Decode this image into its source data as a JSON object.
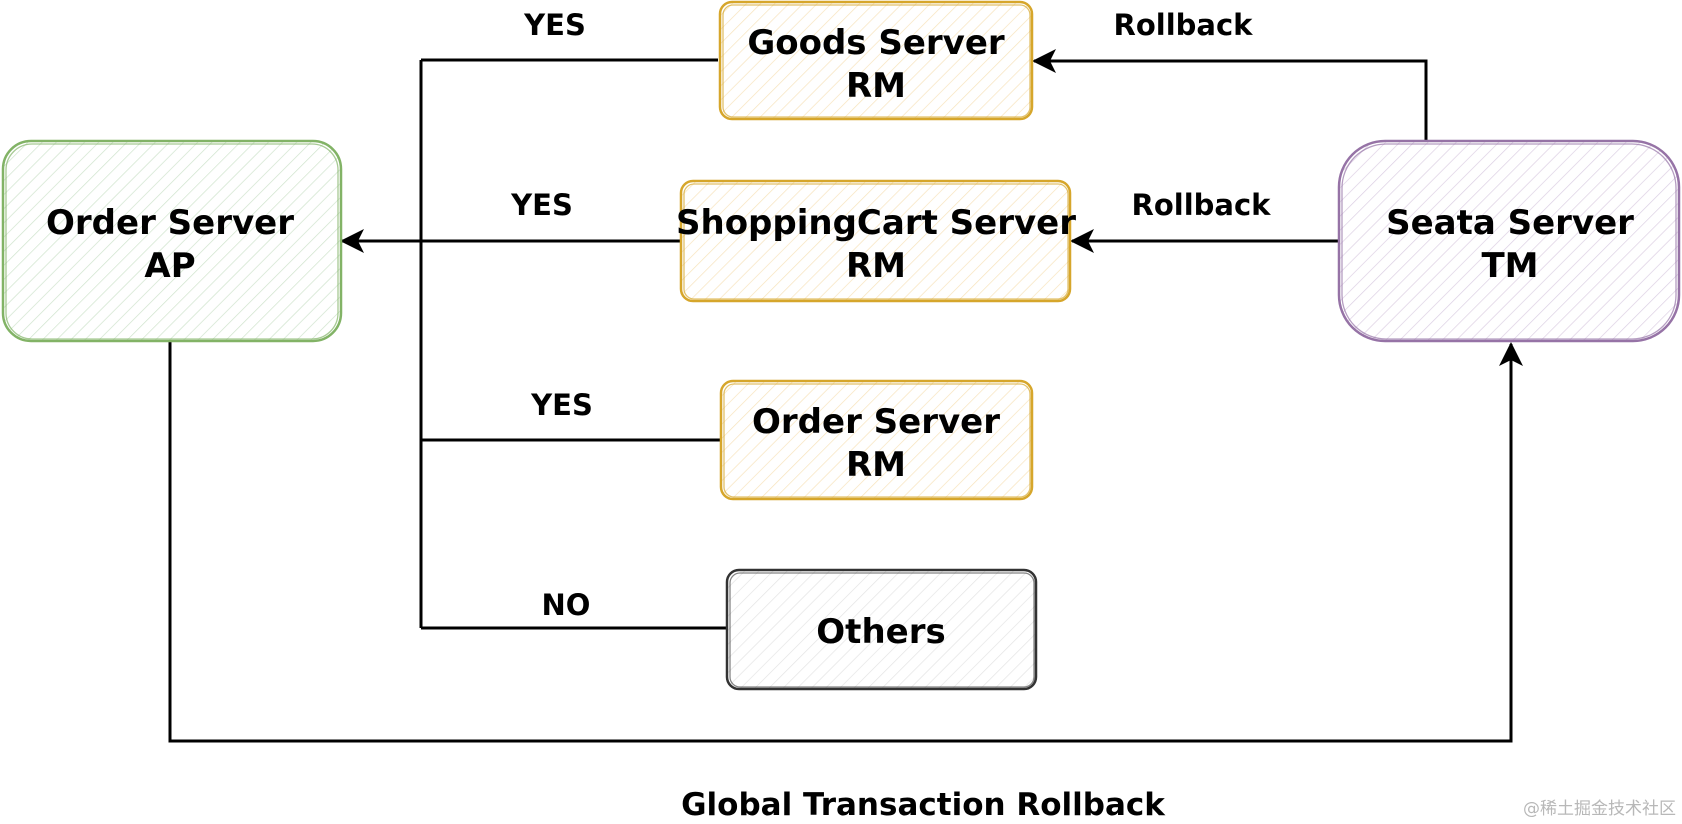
{
  "colors": {
    "ap": "#82b366",
    "ap_fill": "#d5e8d4",
    "rm": "#d6a62b",
    "rm_fill": "#fdf0d5",
    "tm": "#9673a6",
    "tm_fill": "#e1d5e7",
    "other": "#333333",
    "other_fill": "#f2f2f2"
  },
  "nodes": {
    "order_ap": {
      "line1": "Order Server",
      "line2": "AP"
    },
    "goods_rm": {
      "line1": "Goods Server",
      "line2": "RM"
    },
    "cart_rm": {
      "line1": "ShoppingCart Server",
      "line2": "RM"
    },
    "order_rm": {
      "line1": "Order Server",
      "line2": "RM"
    },
    "others": {
      "line1": "Others"
    },
    "seata_tm": {
      "line1": "Seata Server",
      "line2": "TM"
    }
  },
  "edges": {
    "goods_vote": "YES",
    "cart_vote": "YES",
    "order_vote": "YES",
    "others_vote": "NO",
    "rollback_goods": "Rollback",
    "rollback_cart": "Rollback"
  },
  "caption": "Global Transaction Rollback",
  "watermark": "@稀土掘金技术社区"
}
